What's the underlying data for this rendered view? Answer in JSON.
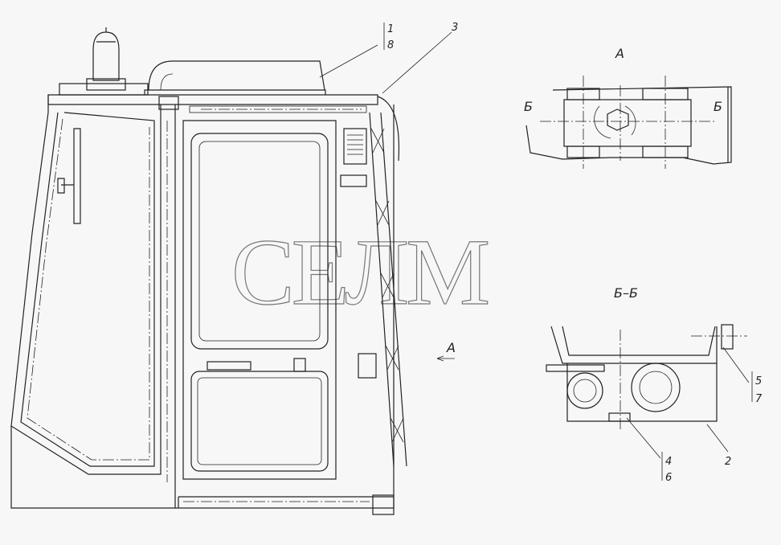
{
  "watermark": "СЕЛМ",
  "callouts": {
    "c1": "1",
    "c8": "8",
    "c3": "3",
    "c5": "5",
    "c7": "7",
    "c4": "4",
    "c6": "6",
    "c2": "2"
  },
  "views": {
    "view_a_title": "А",
    "section_mark_left": "Б",
    "section_mark_right": "Б",
    "section_title": "Б–Б",
    "view_arrow_label": "А"
  }
}
